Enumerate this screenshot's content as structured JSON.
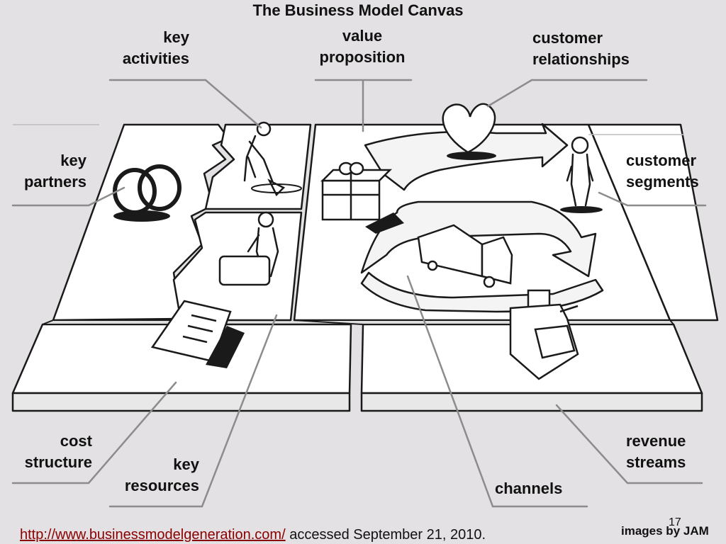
{
  "title": "The Business Model Canvas",
  "blocks": {
    "key_activities": [
      "key",
      "activities"
    ],
    "value_proposition": [
      "value",
      "proposition"
    ],
    "customer_relationships": [
      "customer",
      "relationships"
    ],
    "key_partners": [
      "key",
      "partners"
    ],
    "customer_segments": [
      "customer",
      "segments"
    ],
    "cost_structure": [
      "cost",
      "structure"
    ],
    "key_resources": [
      "key",
      "resources"
    ],
    "channels": [
      "channels"
    ],
    "revenue_streams": [
      "revenue",
      "streams"
    ]
  },
  "footer": {
    "link_text": "http://www.businessmodelgeneration.com/",
    "accessed_text": " accessed September 21, 2010."
  },
  "credit": "images by JAM",
  "page_number": "17",
  "colors": {
    "background": "#e3e1e3",
    "board": "#ffffff",
    "line": "#8c8c8c",
    "link": "#8a0000"
  }
}
